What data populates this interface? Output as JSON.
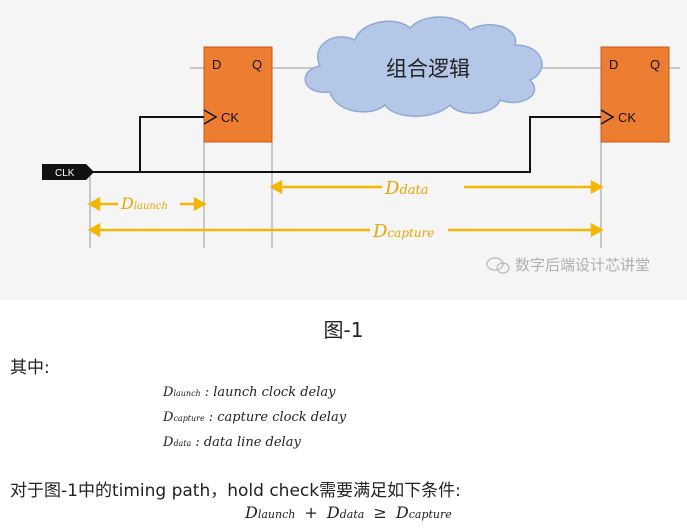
{
  "diagram": {
    "ff_left": {
      "d": "D",
      "q": "Q",
      "ck": "CK"
    },
    "ff_right": {
      "d": "D",
      "q": "Q",
      "ck": "CK"
    },
    "cloud_label": "组合逻辑",
    "clk_label": "CLK",
    "d_launch": {
      "main": "D",
      "sub": "launch"
    },
    "d_data": {
      "main": "D",
      "sub": "data"
    },
    "d_capture": {
      "main": "D",
      "sub": "capture"
    },
    "watermark": "数字后端设计芯讲堂",
    "colors": {
      "ff_fill": "#ED7D31",
      "arrow": "#F2B705",
      "cloud_fill": "#B4C7E7",
      "cloud_stroke": "#8FA8D8"
    }
  },
  "caption": "图-1",
  "intro": "其中:",
  "definitions": [
    {
      "main": "D",
      "sub": "launch",
      "desc": ":  launch clock delay"
    },
    {
      "main": "D",
      "sub": "capture",
      "desc": ":  capture clock delay"
    },
    {
      "main": "D",
      "sub": "data",
      "desc": ":  data line delay"
    }
  ],
  "condition": "对于图-1中的timing path，hold check需要满足如下条件:",
  "formula": {
    "t1_main": "D",
    "t1_sub": "launch",
    "plus": "+",
    "t2_main": "D",
    "t2_sub": "data",
    "geq": "≥",
    "t3_main": "D",
    "t3_sub": "capture"
  }
}
